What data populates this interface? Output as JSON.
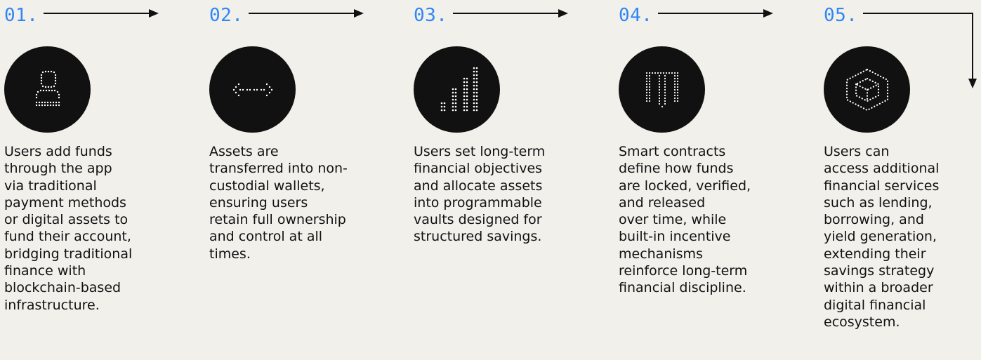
{
  "accent_color": "#2f86f7",
  "steps": [
    {
      "number": "01.",
      "icon": "user-icon",
      "lines": [
        "Users add funds",
        "through the app",
        "via traditional",
        "payment methods",
        "or digital assets to",
        "fund their account,",
        "bridging traditional",
        "finance with",
        "blockchain-based",
        "infrastructure."
      ]
    },
    {
      "number": "02.",
      "icon": "transfer-arrows-icon",
      "lines": [
        "Assets are",
        "transferred into non-",
        "custodial wallets,",
        "ensuring users",
        "retain full ownership",
        "and control at all",
        "times."
      ]
    },
    {
      "number": "03.",
      "icon": "bar-chart-icon",
      "lines": [
        "Users set long-term",
        "financial objectives",
        "and allocate assets",
        "into programmable",
        "vaults designed for",
        "structured savings."
      ]
    },
    {
      "number": "04.",
      "icon": "book-icon",
      "lines": [
        "Smart contracts",
        "define how funds",
        "are locked, verified,",
        "and released",
        "over time, while",
        "built-in incentive",
        "mechanisms",
        "reinforce long-term",
        "financial discipline."
      ]
    },
    {
      "number": "05.",
      "icon": "cube-icon",
      "lines": [
        "Users can",
        "access additional",
        "financial services",
        "such as lending,",
        "borrowing, and",
        "yield generation,",
        "extending their",
        "savings strategy",
        "within a broader",
        "digital financial",
        "ecosystem."
      ]
    }
  ]
}
